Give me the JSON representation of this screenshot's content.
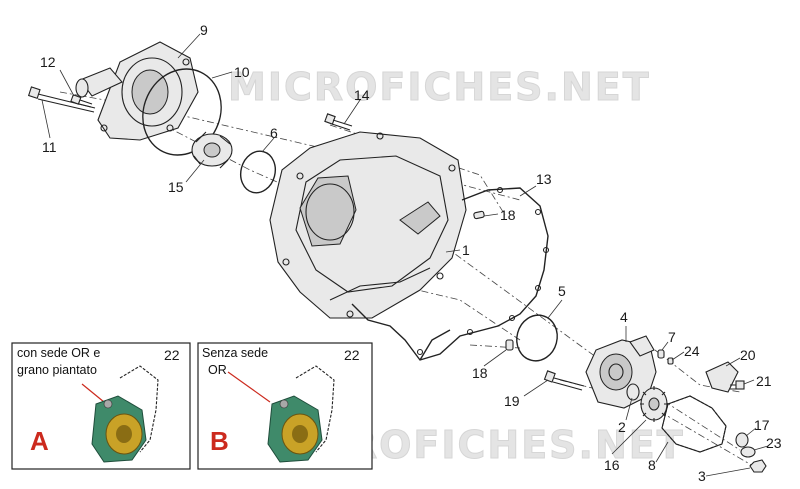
{
  "watermark": {
    "top": "MICROFICHES.NET",
    "bottom": "MICROFICHES.NET"
  },
  "callouts": [
    {
      "id": "1",
      "text": "1"
    },
    {
      "id": "2",
      "text": "2"
    },
    {
      "id": "3",
      "text": "3"
    },
    {
      "id": "4",
      "text": "4"
    },
    {
      "id": "5",
      "text": "5"
    },
    {
      "id": "6",
      "text": "6"
    },
    {
      "id": "7",
      "text": "7"
    },
    {
      "id": "8",
      "text": "8"
    },
    {
      "id": "9",
      "text": "9"
    },
    {
      "id": "10",
      "text": "10"
    },
    {
      "id": "11",
      "text": "11"
    },
    {
      "id": "12",
      "text": "12"
    },
    {
      "id": "13",
      "text": "13"
    },
    {
      "id": "14",
      "text": "14"
    },
    {
      "id": "15",
      "text": "15"
    },
    {
      "id": "16",
      "text": "16"
    },
    {
      "id": "17",
      "text": "17"
    },
    {
      "id": "18a",
      "text": "18"
    },
    {
      "id": "18b",
      "text": "18"
    },
    {
      "id": "19",
      "text": "19"
    },
    {
      "id": "20",
      "text": "20"
    },
    {
      "id": "21",
      "text": "21"
    },
    {
      "id": "23",
      "text": "23"
    },
    {
      "id": "24",
      "text": "24"
    }
  ],
  "inset_a": {
    "line1": "con sede OR e",
    "line2": "grano piantato",
    "number": "22",
    "letter": "A",
    "letter_color": "#cc2a1e"
  },
  "inset_b": {
    "line1": "Senza sede",
    "line2": "OR",
    "number": "22",
    "letter": "B",
    "letter_color": "#cc2a1e"
  },
  "colors": {
    "leader_red": "#cc2a1e",
    "pump_green": "#3f8a6a",
    "pump_gold": "#c9a227"
  }
}
